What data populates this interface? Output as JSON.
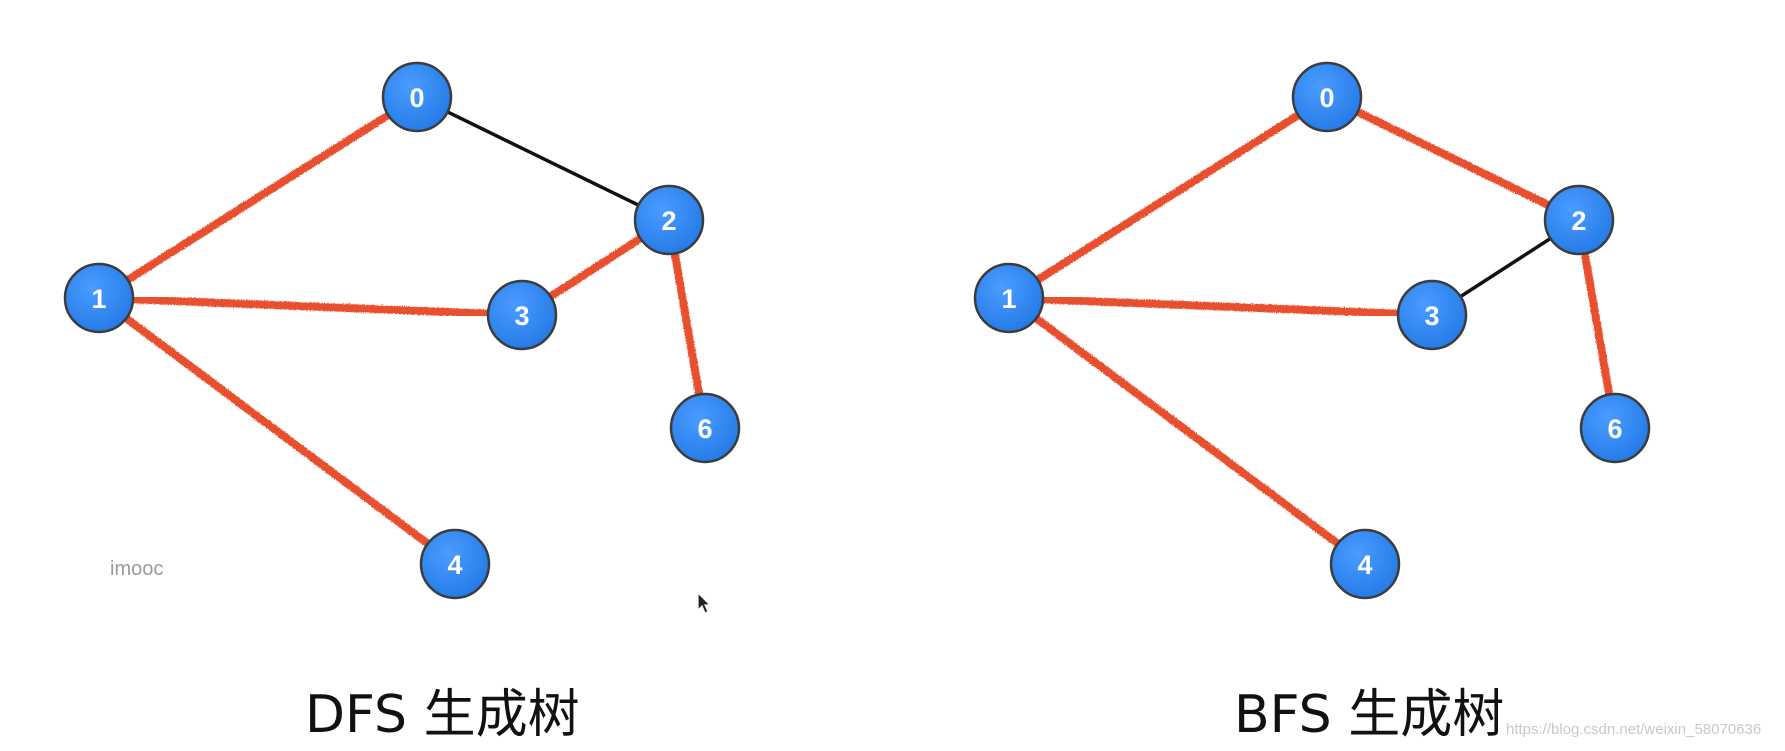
{
  "watermark": "imooc",
  "source_credit": "https://blog.csdn.net/weixin_58070636",
  "colors": {
    "node_fill": "#2f86f0",
    "node_stroke": "#3c3c3c",
    "tree_edge": "#e8502e",
    "plain_edge": "#111111",
    "node_text": "#ffffff"
  },
  "nodes": [
    "0",
    "1",
    "2",
    "3",
    "4",
    "6"
  ],
  "panels": [
    {
      "id": "dfs",
      "title": "DFS 生成树",
      "tree_edges": [
        [
          "1",
          "0"
        ],
        [
          "1",
          "3"
        ],
        [
          "3",
          "2"
        ],
        [
          "2",
          "6"
        ],
        [
          "1",
          "4"
        ]
      ],
      "other_edges": [
        [
          "0",
          "2"
        ]
      ]
    },
    {
      "id": "bfs",
      "title": "BFS 生成树",
      "tree_edges": [
        [
          "1",
          "0"
        ],
        [
          "0",
          "2"
        ],
        [
          "1",
          "3"
        ],
        [
          "2",
          "6"
        ],
        [
          "1",
          "4"
        ]
      ],
      "other_edges": [
        [
          "2",
          "3"
        ]
      ]
    }
  ]
}
